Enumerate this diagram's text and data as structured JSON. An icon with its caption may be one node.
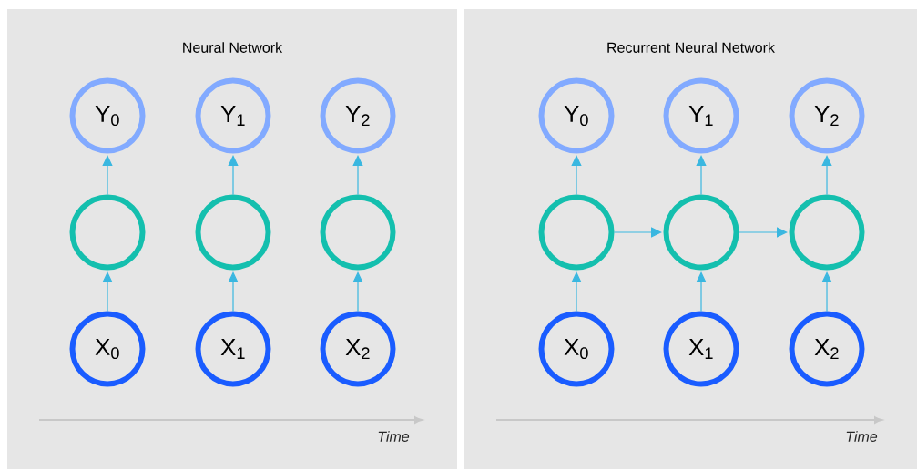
{
  "diagram": {
    "nodes": [
      {
        "text": [
          "Neural Network"
        ]
      },
      {
        "text": [
          "Y$_{0}$"
        ],
        "in": 0
      },
      {
        "text": [
          "Y$_{1}$"
        ],
        "in": 0
      },
      {
        "text": [
          "Y$_{2}$"
        ],
        "in": 0
      },
      {
        "text": [],
        "shape": "circle",
        "in": 0
      },
      {
        "text": [],
        "shape": "circle",
        "in": 0
      },
      {
        "text": [],
        "shape": "circle",
        "in": 0
      },
      {
        "text": [
          "X$_{0}$"
        ],
        "in": 0
      },
      {
        "text": [
          "X$_{1}$"
        ],
        "in": 0
      },
      {
        "text": [
          "X$_{2}$"
        ],
        "in": 0
      },
      {
        "text": [
          "Recurrent Neural Network"
        ]
      },
      {
        "text": [
          "Y$_{0}$"
        ],
        "in": 10
      },
      {
        "text": [
          "Y$_{1}$"
        ],
        "in": 10
      },
      {
        "text": [
          "Y$_{2}$"
        ],
        "in": 10
      },
      {
        "text": [],
        "shape": "circle",
        "in": 10
      },
      {
        "text": [],
        "shape": "circle",
        "in": 10
      },
      {
        "text": [],
        "shape": "circle",
        "in": 10
      },
      {
        "text": [
          "X$_{0}$"
        ],
        "in": 10
      },
      {
        "text": [
          "X$_{1}$"
        ],
        "in": 10
      },
      {
        "text": [
          "X$_{2}$"
        ],
        "in": 10
      }
    ],
    "edges": [
      {
        "from": 7,
        "to": 4,
        "arrow": "to"
      },
      {
        "from": 8,
        "to": 5,
        "arrow": "to"
      },
      {
        "from": 9,
        "to": 6,
        "arrow": "to"
      },
      {
        "from": 4,
        "to": 1,
        "arrow": "to"
      },
      {
        "from": 5,
        "to": 2,
        "arrow": "to"
      },
      {
        "from": 6,
        "to": 3,
        "arrow": "to"
      },
      {
        "from": 17,
        "to": 14,
        "arrow": "to"
      },
      {
        "from": 18,
        "to": 15,
        "arrow": "to"
      },
      {
        "from": 19,
        "to": 16,
        "arrow": "to"
      },
      {
        "from": 14,
        "to": 11,
        "arrow": "to"
      },
      {
        "from": 15,
        "to": 12,
        "arrow": "to"
      },
      {
        "from": 16,
        "to": 13,
        "arrow": "to"
      },
      {
        "from": 14,
        "to": 15,
        "arrow": "to"
      },
      {
        "from": 15,
        "to": 16,
        "arrow": "to"
      }
    ],
    "labels": [
      "Time",
      "Time"
    ]
  }
}
